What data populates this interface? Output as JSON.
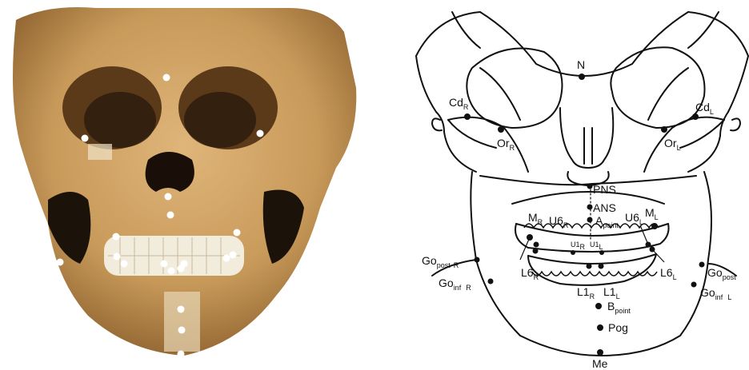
{
  "figure": {
    "photo": {
      "landmark_marker_color": "#ffffff",
      "skull_colors": [
        "#c89a5a",
        "#a8743a",
        "#f2ecdc"
      ]
    },
    "drawing": {
      "line_color": "#111111",
      "labels": {
        "N": "N",
        "Cd": "Cd",
        "Or": "Or",
        "PNS": "PNS",
        "ANS": "ANS",
        "A": "A",
        "A_sub": "point",
        "M": "M",
        "U6": "U6",
        "U1": "U1",
        "L6": "L6",
        "L1": "L1",
        "Go": "Go",
        "post": "post",
        "inf": "inf",
        "B": "B",
        "B_sub": "point",
        "Pog": "Pog",
        "Me": "Me",
        "R": "R",
        "L": "L"
      }
    }
  }
}
